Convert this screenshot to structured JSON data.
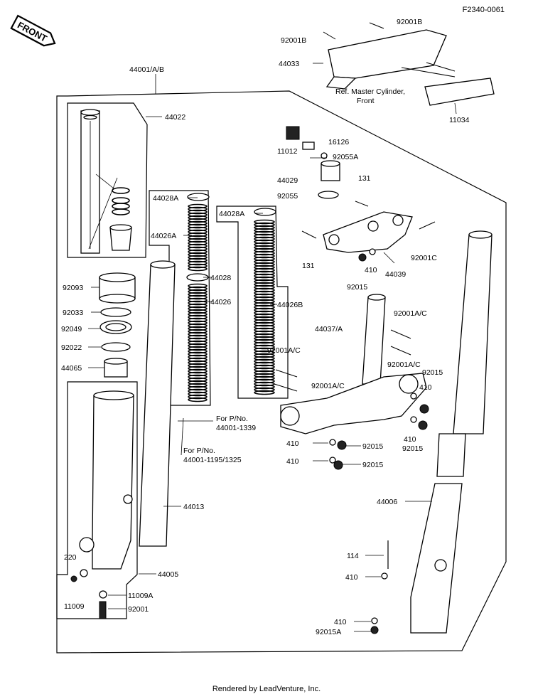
{
  "diagram_code": "F2340-0061",
  "front_badge": "FRONT",
  "footer_credit": "Rendered by LeadVenture, Inc.",
  "labels": {
    "l44001": "44001/A/B",
    "l44022": "44022",
    "l44028A_1": "44028A",
    "l44026A": "44026A",
    "l44028": "44028",
    "l44026": "44026",
    "l44028A_2": "44028A",
    "l44026B": "44026B",
    "l92093": "92093",
    "l92033": "92033",
    "l92049": "92049",
    "l92022": "92022",
    "l44065": "44065",
    "l44013": "44013",
    "l220": "220",
    "l44005": "44005",
    "l11009A": "11009A",
    "l11009": "11009",
    "l92001": "92001",
    "l92001B_1": "92001B",
    "l92001B_2": "92001B",
    "l44033": "44033",
    "l_ref_1": "Ref. Master Cylinder,",
    "l_ref_2": "Front",
    "l11034": "11034",
    "l16126": "16126",
    "l11012": "11012",
    "l92055A": "92055A",
    "l44029": "44029",
    "l131_1": "131",
    "l92055": "92055",
    "l131_2": "131",
    "l410_1": "410",
    "l92015_1": "92015",
    "l44039": "44039",
    "l92001C": "92001C",
    "l44037": "44037/A",
    "l92001AC_1": "92001A/C",
    "l92001AC_2": "92001A/C",
    "l92001AC_3": "92001A/C",
    "l92001AC_4": "92001A/C",
    "l92015_2": "92015",
    "l410_2": "410",
    "l410_3": "410",
    "l92015_3": "92015",
    "l410_4": "410",
    "l92015_4": "92015",
    "l410_5": "410",
    "l92015_5": "92015",
    "l44006": "44006",
    "l114": "114",
    "l410_6": "410",
    "l410_7": "410",
    "l92015A": "92015A",
    "for_pno_1_a": "For P/No.",
    "for_pno_1_b": "44001-1339",
    "for_pno_2_a": "For P/No.",
    "for_pno_2_b": "44001-1195/1325"
  }
}
